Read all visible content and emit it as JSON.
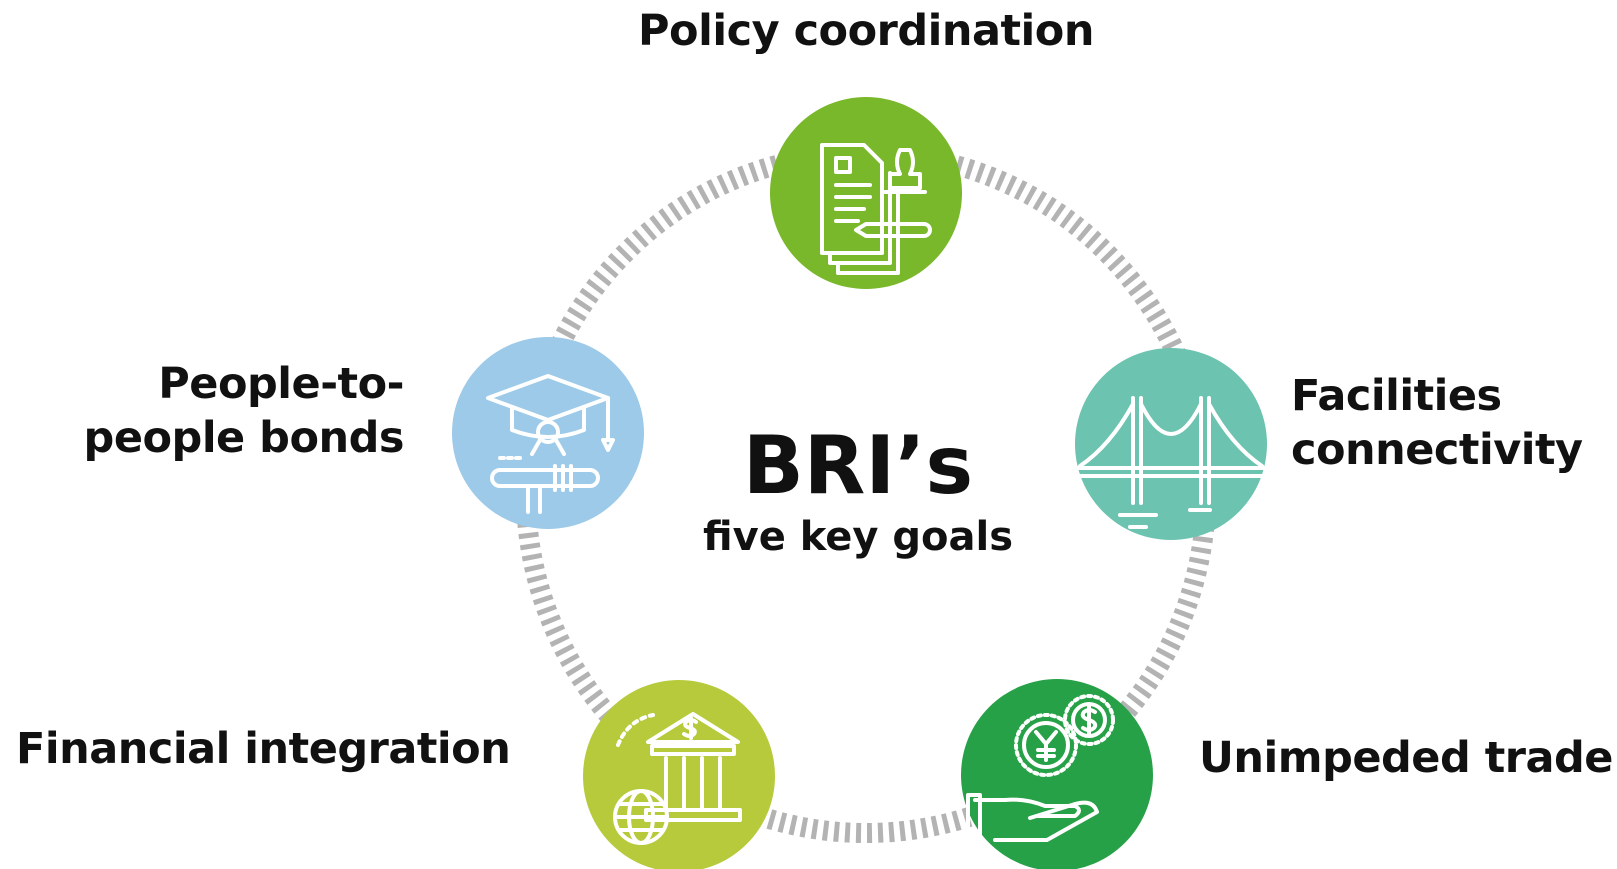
{
  "center": {
    "title": "BRI’s",
    "subtitle": "five key goals"
  },
  "goals": [
    {
      "label_lines": [
        "Policy coordination"
      ],
      "icon": "documents-stamp-pen-icon",
      "color": "#79B82A"
    },
    {
      "label_lines": [
        "Facilities",
        "connectivity"
      ],
      "icon": "suspension-bridge-icon",
      "color": "#6CC3B0"
    },
    {
      "label_lines": [
        "Unimpeded trade"
      ],
      "icon": "hand-coins-yen-dollar-icon",
      "color": "#27A148"
    },
    {
      "label_lines": [
        "Financial integration"
      ],
      "icon": "bank-globe-dollar-icon",
      "color": "#B7CA3B"
    },
    {
      "label_lines": [
        "People-to-",
        "people bonds"
      ],
      "icon": "graduation-cap-diploma-icon",
      "color": "#9DCAE8"
    }
  ],
  "ring_color": "#B3B3B3"
}
